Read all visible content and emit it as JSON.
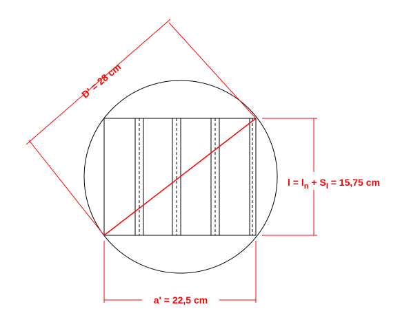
{
  "labels": {
    "diagonal": "D' = 28 cm",
    "height_l": "l",
    "height_eq1": " = l",
    "height_sub_n": "n",
    "height_plus": " + S",
    "height_sub_l": "l",
    "height_value": " = 15,75 cm",
    "width": "a' = 22,5 cm"
  },
  "colors": {
    "outline": "#000000",
    "dimension": "#ff0000",
    "background": "#ffffff"
  }
}
